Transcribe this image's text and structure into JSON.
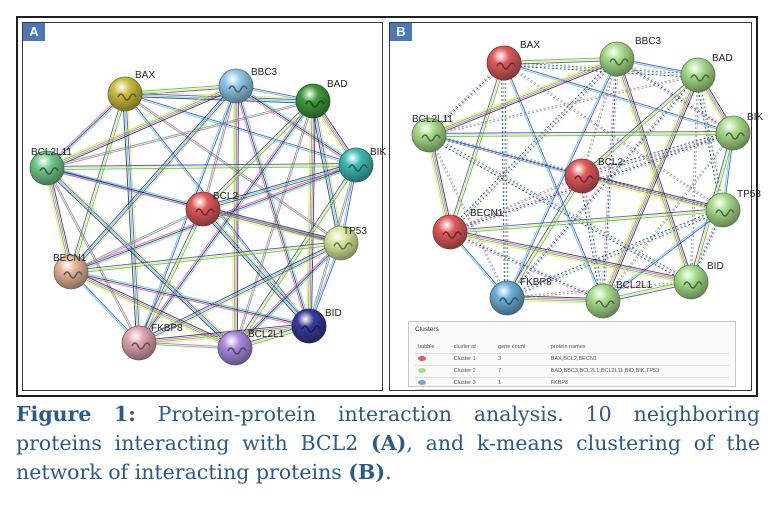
{
  "panels": {
    "a_label": "A",
    "b_label": "B"
  },
  "network_a": {
    "nodes": [
      {
        "id": "BAX",
        "color": "#c9be3e"
      },
      {
        "id": "BBC3",
        "color": "#8ec8e6"
      },
      {
        "id": "BAD",
        "color": "#3f9a3a"
      },
      {
        "id": "BIK",
        "color": "#3fbab3"
      },
      {
        "id": "BCL2L11",
        "color": "#72c98a"
      },
      {
        "id": "BCL2",
        "color": "#e05a5a"
      },
      {
        "id": "TP53",
        "color": "#d8e89a"
      },
      {
        "id": "BECN1",
        "color": "#e3b59a"
      },
      {
        "id": "FKBP8",
        "color": "#e0a3b2"
      },
      {
        "id": "BID",
        "color": "#3a3a9a"
      },
      {
        "id": "BCL2L1",
        "color": "#a98ae0"
      }
    ]
  },
  "network_b": {
    "nodes": [
      {
        "id": "BAX",
        "color": "#e05a5a"
      },
      {
        "id": "BBC3",
        "color": "#a6dd8a"
      },
      {
        "id": "BAD",
        "color": "#a6dd8a"
      },
      {
        "id": "BIK",
        "color": "#a6dd8a"
      },
      {
        "id": "BCL2L11",
        "color": "#a6dd8a"
      },
      {
        "id": "BCL2",
        "color": "#e05a5a"
      },
      {
        "id": "TP53",
        "color": "#a6dd8a"
      },
      {
        "id": "BECN1",
        "color": "#e05a5a"
      },
      {
        "id": "FKBP8",
        "color": "#6aaed6"
      },
      {
        "id": "BCL2L1",
        "color": "#a6dd8a"
      },
      {
        "id": "BID",
        "color": "#a6dd8a"
      }
    ]
  },
  "clusters": {
    "title": "Clusters",
    "headers": [
      "bubble",
      "cluster id",
      "gene count",
      "protein names"
    ],
    "rows": [
      {
        "color": "#e05a5a",
        "cluster": "Cluster 1",
        "count": "3",
        "proteins": "BAX,BCL2,BECN1"
      },
      {
        "color": "#a6dd8a",
        "cluster": "Cluster 2",
        "count": "7",
        "proteins": "BAD,BBC3,BCL2L1,BCL2L11,BID,BIK,TP53"
      },
      {
        "color": "#6aaed6",
        "cluster": "Cluster 3",
        "count": "1",
        "proteins": "FKBP8"
      }
    ]
  },
  "caption": {
    "figure_label": "Figure 1:",
    "text_1": " Protein-protein interaction analysis. 10 neighboring proteins interacting with BCL2 ",
    "ref_a": "(A)",
    "text_2": ", and k-means clustering of the network of interacting proteins ",
    "ref_b": "(B)",
    "text_3": "."
  },
  "edge_colors": [
    "#d946d9",
    "#3cc03c",
    "#e6e63a",
    "#3a3ad6",
    "#40c8d8",
    "#222222"
  ]
}
